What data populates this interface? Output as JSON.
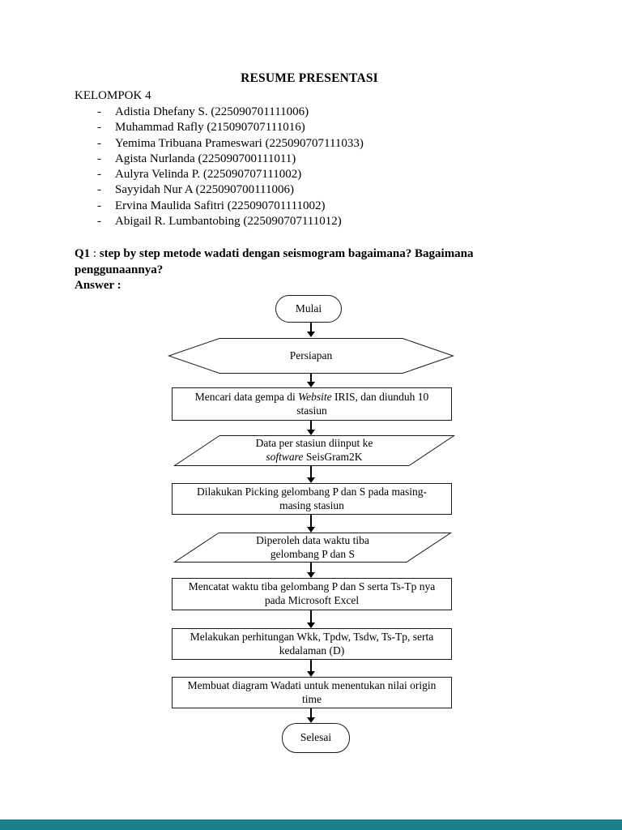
{
  "doc": {
    "title": "RESUME PRESENTASI",
    "group_label": "KELOMPOK 4",
    "list_marker": "-",
    "members": [
      "Adistia Dhefany S. (225090701111006)",
      "Muhammad Rafly (215090707111016)",
      "Yemima Tribuana Prameswari (225090707111033)",
      "Agista Nurlanda (225090700111011)",
      "Aulyra Velinda P. (225090707111002)",
      "Sayyidah Nur A (225090700111006)",
      "Ervina Maulida Safitri (225090701111002)",
      "Abigail R. Lumbantobing (225090707111012)"
    ],
    "q1": {
      "label": "Q1",
      "separator": " : ",
      "text": "step by step metode wadati dengan seismogram bagaimana? Bagaimana penggunaannya?"
    },
    "answer_label": "Answer :"
  },
  "flowchart": {
    "start": "Mulai",
    "preparation": "Persiapan",
    "process1": {
      "pre": "Mencari data gempa di ",
      "italic": "Website",
      "post": " IRIS, dan diunduh 10",
      "line2": "stasiun"
    },
    "input1": {
      "line1": "Data per stasiun diinput ke",
      "italic": "software",
      "post": " SeisGram2K"
    },
    "process2": {
      "line1": "Dilakukan Picking gelombang P dan S pada masing-",
      "line2": "masing stasiun"
    },
    "output1": {
      "line1": "Diperoleh data waktu tiba",
      "line2": "gelombang P dan S"
    },
    "process3": {
      "line1": "Mencatat waktu tiba gelombang P dan S serta Ts-Tp nya",
      "line2": "pada Microsoft Excel"
    },
    "process4": {
      "line1": "Melakukan perhitungan Wkk, Tpdw, Tsdw, Ts-Tp, serta",
      "line2": "kedalaman (D)"
    },
    "process5": {
      "line1": "Membuat diagram Wadati untuk menentukan nilai origin",
      "line2": "time"
    },
    "end": "Selesai"
  },
  "footer": {
    "bar_color": "#1e7f8c"
  }
}
